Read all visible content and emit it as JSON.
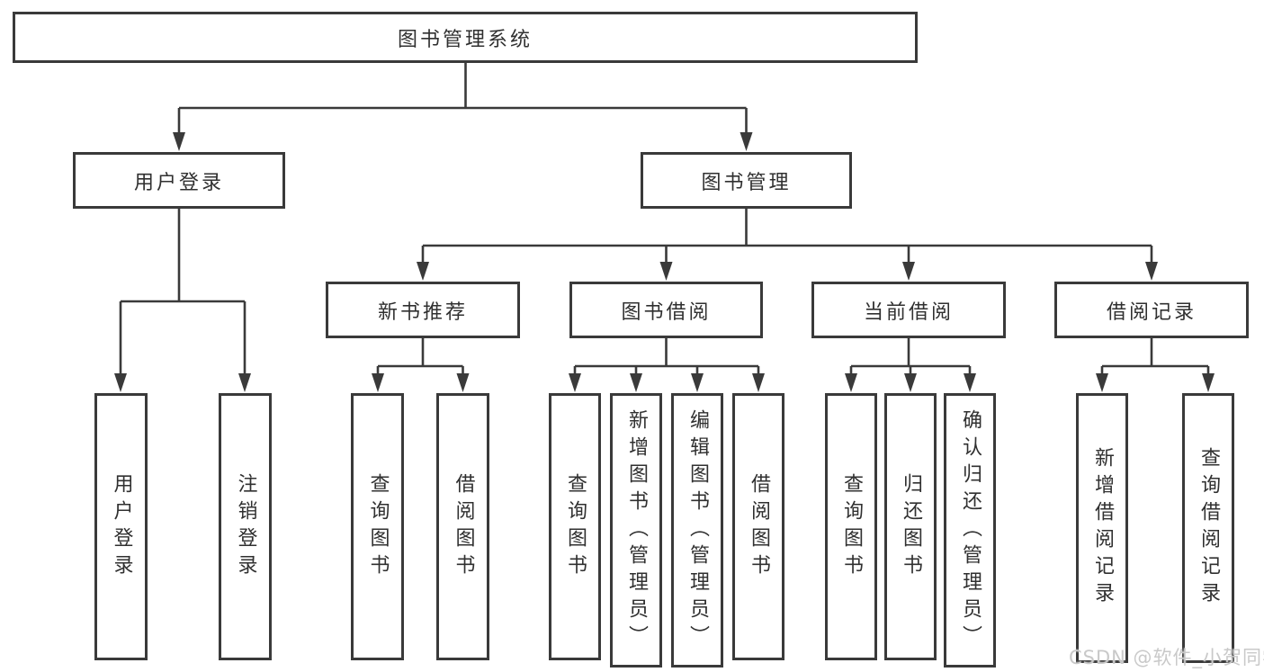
{
  "tree": {
    "root": {
      "label": "图书管理系统"
    },
    "user_login": {
      "label": "用户登录",
      "children": {
        "login": {
          "label": "用户登录"
        },
        "logout": {
          "label": "注销登录"
        }
      }
    },
    "book_mgmt": {
      "label": "图书管理",
      "children": {
        "new_books": {
          "label": "新书推荐",
          "children": {
            "query_books": {
              "label": "查询图书"
            },
            "borrow_books": {
              "label": "借阅图书"
            }
          }
        },
        "book_borrow": {
          "label": "图书借阅",
          "children": {
            "query_books": {
              "label": "查询图书"
            },
            "add_books": {
              "label": "新增图书（管理员）"
            },
            "edit_books": {
              "label": "编辑图书（管理员）"
            },
            "borrow_books": {
              "label": "借阅图书"
            }
          }
        },
        "current_borrow": {
          "label": "当前借阅",
          "children": {
            "query_books": {
              "label": "查询图书"
            },
            "return_books": {
              "label": "归还图书"
            },
            "confirm_return": {
              "label": "确认归还（管理员）"
            }
          }
        },
        "borrow_records": {
          "label": "借阅记录",
          "children": {
            "add_record": {
              "label": "新增借阅记录"
            },
            "query_record": {
              "label": "查询借阅记录"
            }
          }
        }
      }
    }
  },
  "watermark": {
    "text": "CSDN @软件_小贺同学"
  },
  "colors": {
    "line": "#3a3a3a",
    "text": "#303030",
    "box_bg": "#ffffff",
    "watermark": "#c9c9c9",
    "background": "#ffffff"
  }
}
